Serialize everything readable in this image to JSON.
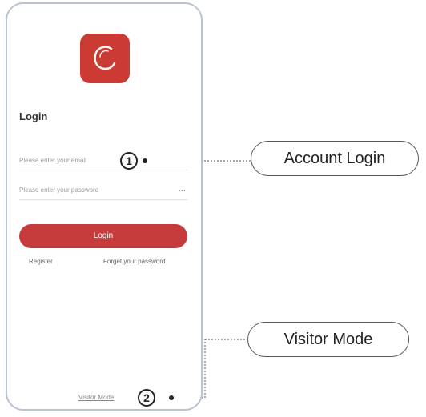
{
  "login": {
    "title": "Login",
    "email_placeholder": "Please enter your email",
    "password_placeholder": "Please enter your password",
    "password_toggle": "⋯",
    "login_button": "Login",
    "register_link": "Register",
    "forgot_link": "Forget your password",
    "visitor_link": "Visitor Mode"
  },
  "annotations": {
    "marker_1": "1",
    "marker_2": "2",
    "account_login_label": "Account Login",
    "visitor_mode_label": "Visitor Mode"
  },
  "colors": {
    "brand_red": "#cc3b33",
    "phone_border": "#b9c3d3"
  },
  "icons": {
    "app_logo": "app-logo-icon",
    "password_toggle": "eye-icon"
  }
}
